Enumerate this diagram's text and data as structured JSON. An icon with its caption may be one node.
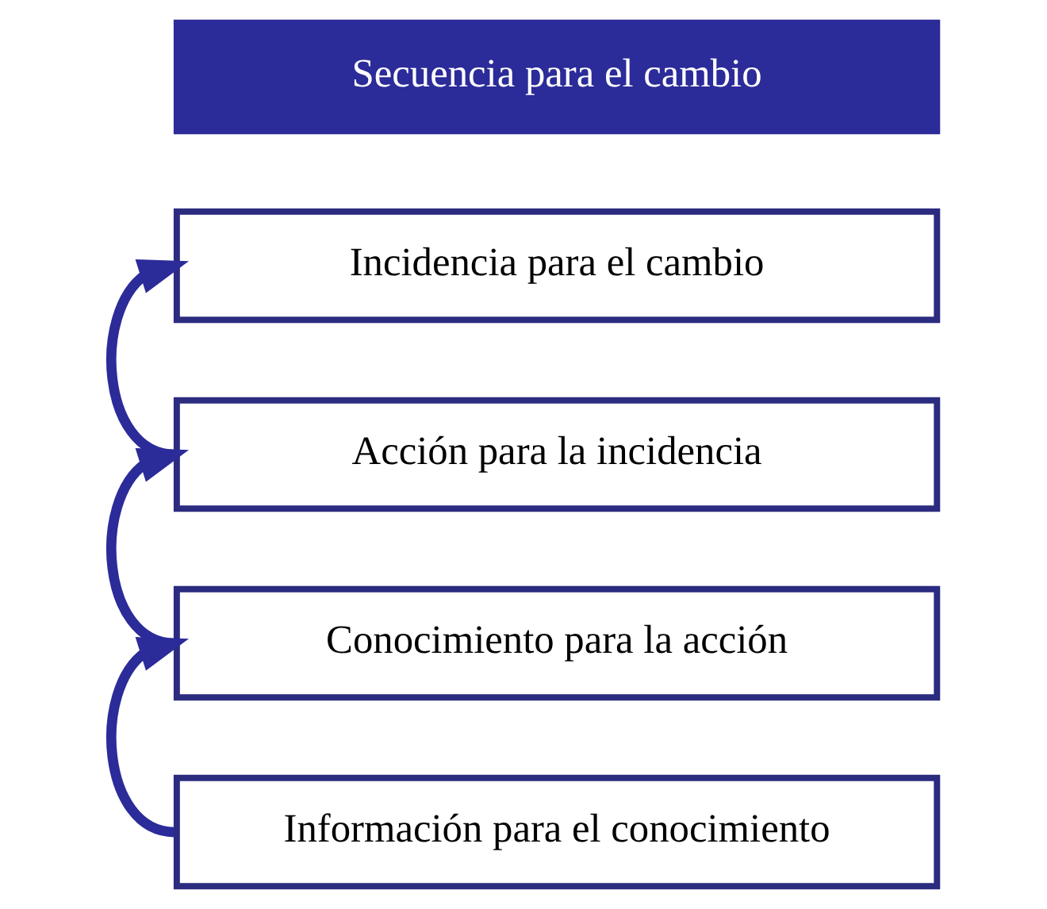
{
  "diagram": {
    "nodes": [
      {
        "text": [
          "Secuencia para el cambio"
        ]
      },
      {
        "text": [
          "Incidencia para el cambio"
        ]
      },
      {
        "text": [
          "Acción para la incidencia"
        ]
      },
      {
        "text": [
          "Conocimiento para la acción"
        ]
      },
      {
        "text": [
          "Información para el conocimiento"
        ]
      }
    ],
    "edges": [
      {
        "from": 2,
        "to": 1,
        "arrow": "to"
      },
      {
        "from": 3,
        "to": 2,
        "arrow": "to"
      },
      {
        "from": 4,
        "to": 3,
        "arrow": "to"
      }
    ]
  }
}
